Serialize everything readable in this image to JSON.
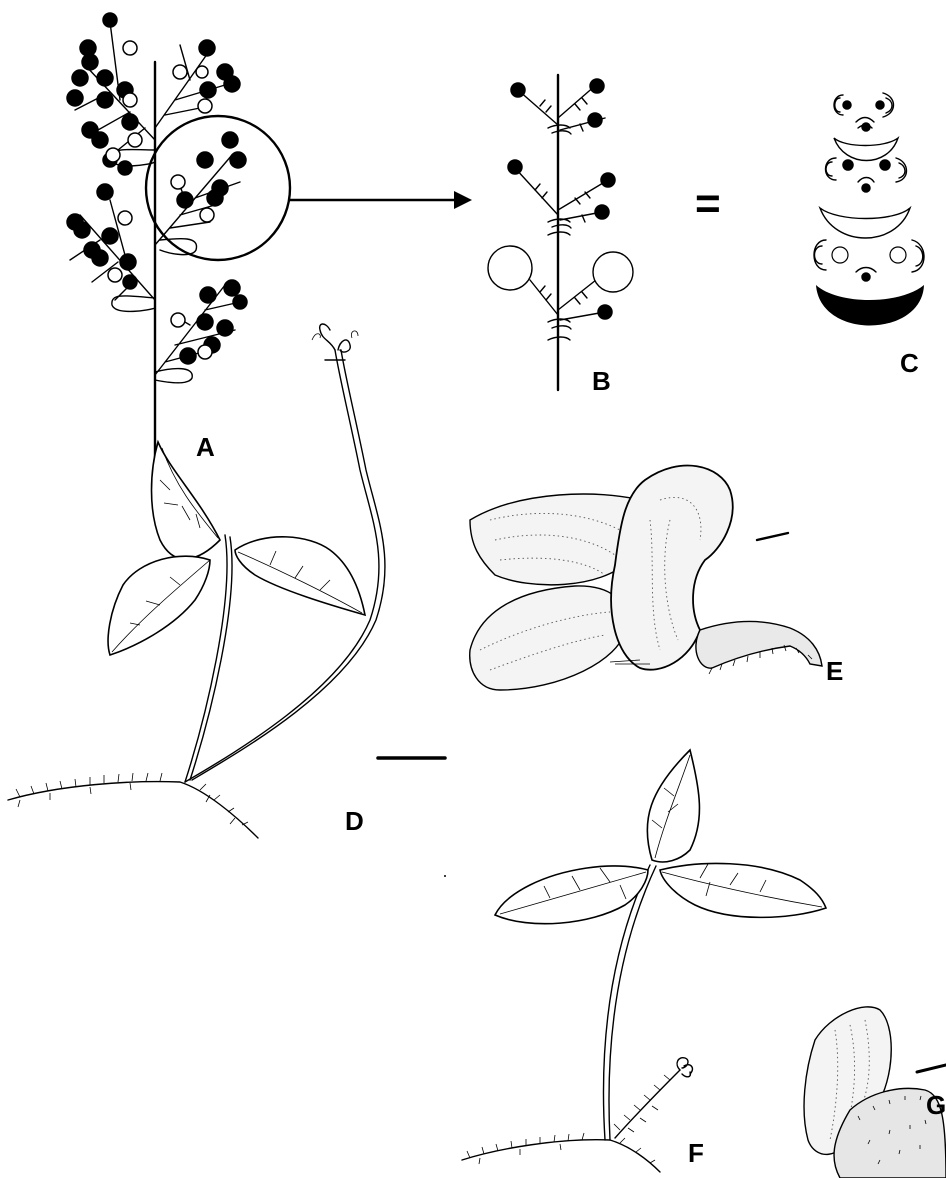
{
  "figure": {
    "panel_labels": {
      "a": "A",
      "b": "B",
      "c": "C",
      "d": "D",
      "e": "E",
      "f": "F",
      "g": "G"
    },
    "equals_sign": "="
  }
}
